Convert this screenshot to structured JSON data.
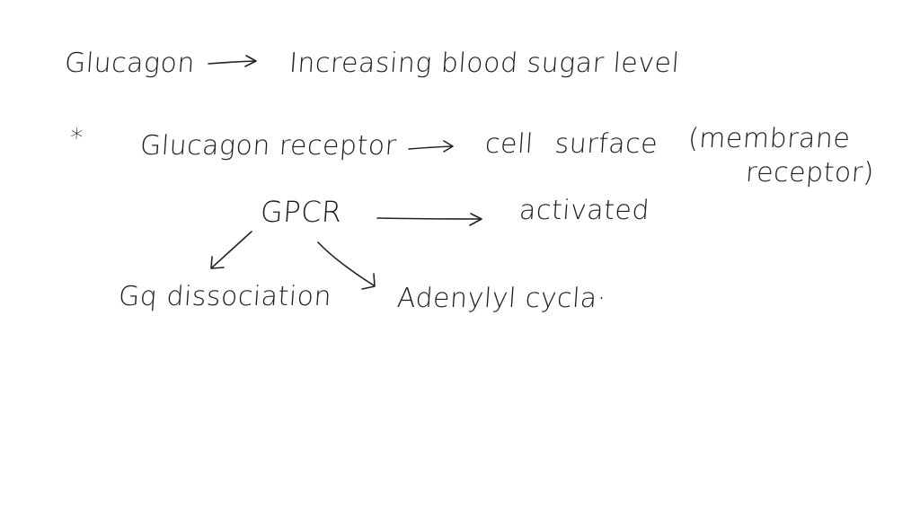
{
  "whiteboard": {
    "line1": {
      "subject": "Glucagon",
      "effect": "Increasing blood sugar level"
    },
    "line2": {
      "bullet": "*",
      "subject": "Glucagon receptor",
      "location": "cell surface",
      "note_open": "(membrane",
      "note_close": "receptor)"
    },
    "line3": {
      "subject": "GPCR",
      "state": "activated"
    },
    "line4": {
      "left_branch": "Gq dissociation",
      "right_branch": "Adenylyl cycla·"
    },
    "colors": {
      "ink": "#1c1c1c",
      "background": "#ffffff"
    }
  }
}
